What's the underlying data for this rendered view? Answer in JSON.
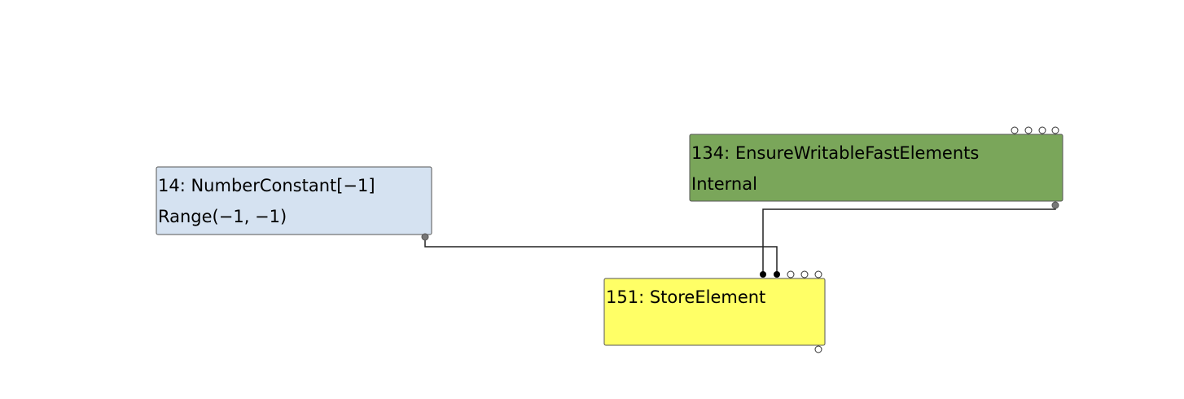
{
  "nodes": {
    "n14": {
      "id_label": "14: NumberConstant[-1]",
      "type_label": "Range(-1, -1)",
      "color": "#d5e2f1"
    },
    "n134": {
      "id_label": "134: EnsureWritableFastElements",
      "type_label": "Internal",
      "color": "#7aa65a"
    },
    "n151": {
      "id_label": "151: StoreElement",
      "type_label": "",
      "color": "#ffff66"
    }
  },
  "edges": [
    {
      "from": "14: NumberConstant[-1]",
      "to": "151: StoreElement",
      "input_index": 1
    },
    {
      "from": "134: EnsureWritableFastElements",
      "to": "151: StoreElement",
      "input_index": 0
    }
  ]
}
